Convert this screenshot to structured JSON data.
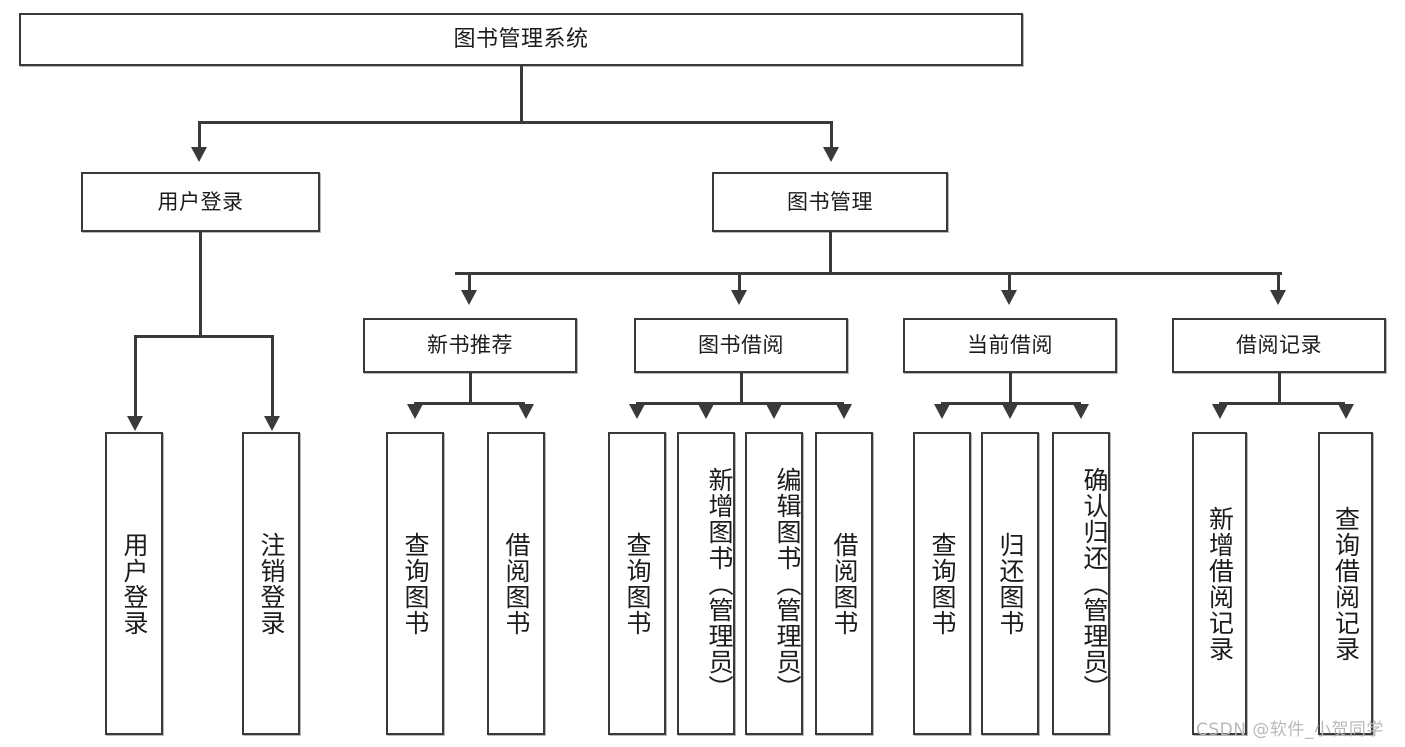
{
  "diagram": {
    "title": "图书管理系统",
    "type": "tree-hierarchy",
    "levels": 4,
    "root": {
      "label": "图书管理系统"
    },
    "level2": [
      {
        "label": "用户登录"
      },
      {
        "label": "图书管理"
      }
    ],
    "level3": [
      {
        "label": "新书推荐"
      },
      {
        "label": "图书借阅"
      },
      {
        "label": "当前借阅"
      },
      {
        "label": "借阅记录"
      }
    ],
    "leaves": {
      "user_login": [
        {
          "label": "用户登录"
        },
        {
          "label": "注销登录"
        }
      ],
      "new_book_recommend": [
        {
          "label": "查询图书"
        },
        {
          "label": "借阅图书"
        }
      ],
      "book_borrow": [
        {
          "label": "查询图书"
        },
        {
          "label": "新增图书（管理员）"
        },
        {
          "label": "编辑图书（管理员）"
        },
        {
          "label": "借阅图书"
        }
      ],
      "current_borrow": [
        {
          "label": "查询图书"
        },
        {
          "label": "归还图书"
        },
        {
          "label": "确认归还（管理员）"
        }
      ],
      "borrow_record": [
        {
          "label": "新增借阅记录"
        },
        {
          "label": "查询借阅记录"
        }
      ]
    }
  },
  "watermark": {
    "text": "CSDN @软件_小贺同学"
  },
  "colors": {
    "stroke": "#3a3a3a",
    "fill": "#ffffff",
    "text": "#1c1c1c",
    "watermark": "#b9b9b9"
  }
}
